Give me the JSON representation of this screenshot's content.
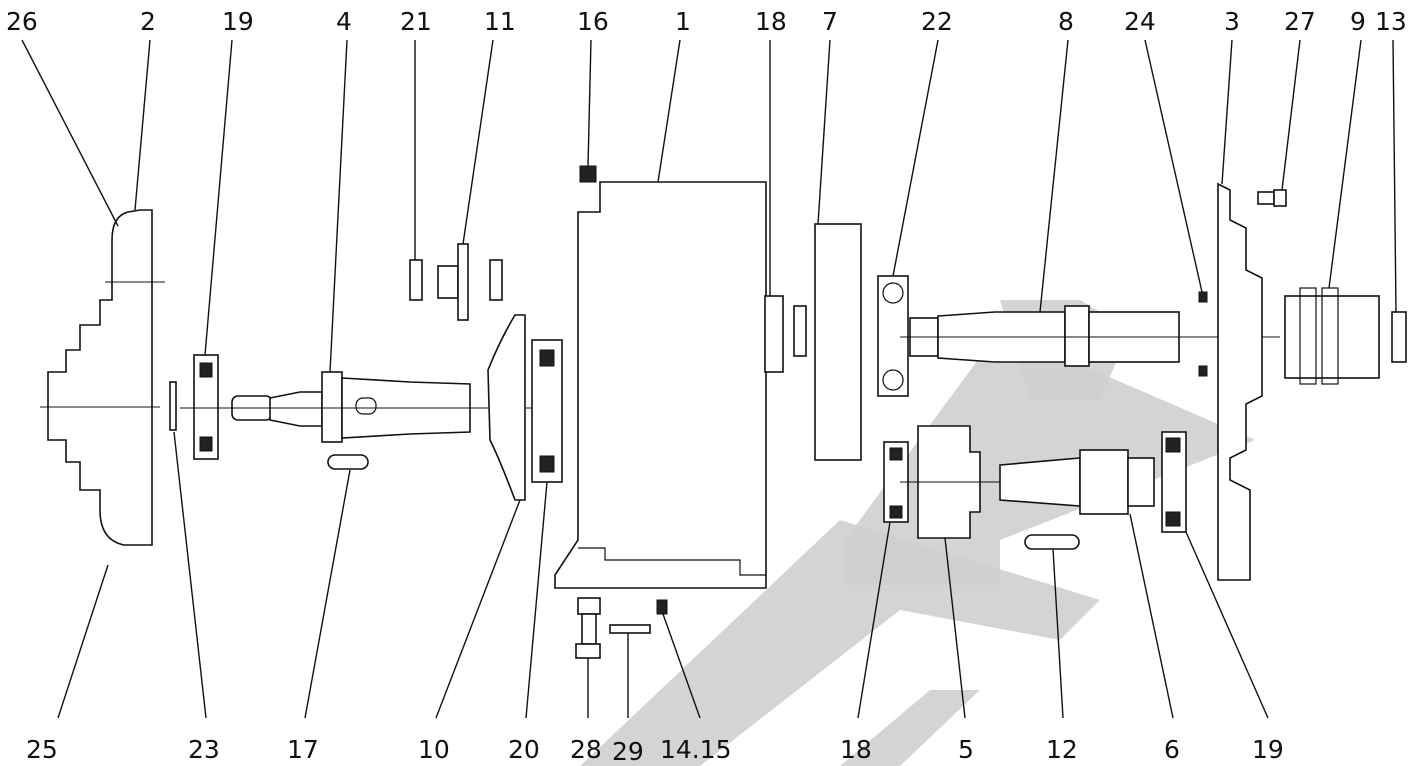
{
  "diagram": {
    "type": "exploded-view",
    "callouts_top": [
      "26",
      "2",
      "19",
      "4",
      "21",
      "11",
      "16",
      "1",
      "18",
      "7",
      "22",
      "8",
      "24",
      "3",
      "27",
      "9",
      "13"
    ],
    "callouts_bottom": [
      "25",
      "23",
      "17",
      "10",
      "20",
      "28",
      "29",
      "14.15",
      "18",
      "5",
      "12",
      "6",
      "19"
    ]
  }
}
